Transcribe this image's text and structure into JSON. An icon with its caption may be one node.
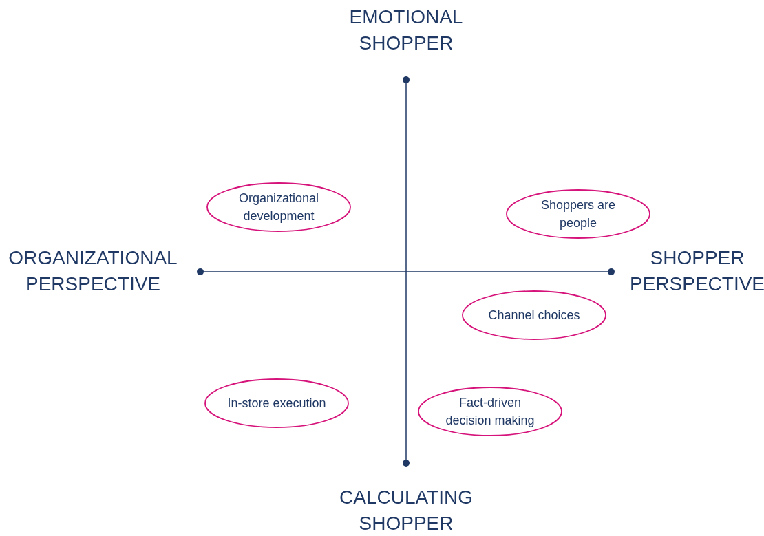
{
  "diagram": {
    "nodes": [
      {
        "text": [
          "Organizational development"
        ]
      },
      {
        "text": [
          "Shoppers are people"
        ]
      },
      {
        "text": [
          "Channel choices"
        ]
      },
      {
        "text": [
          "In-store execution"
        ]
      },
      {
        "text": [
          "Fact-driven decision making"
        ]
      }
    ],
    "labels": [
      "EMOTIONAL SHOPPER",
      "ORGANIZATIONAL PERSPECTIVE",
      "SHOPPER PERSPECTIVE",
      "CALCULATING SHOPPER"
    ]
  }
}
